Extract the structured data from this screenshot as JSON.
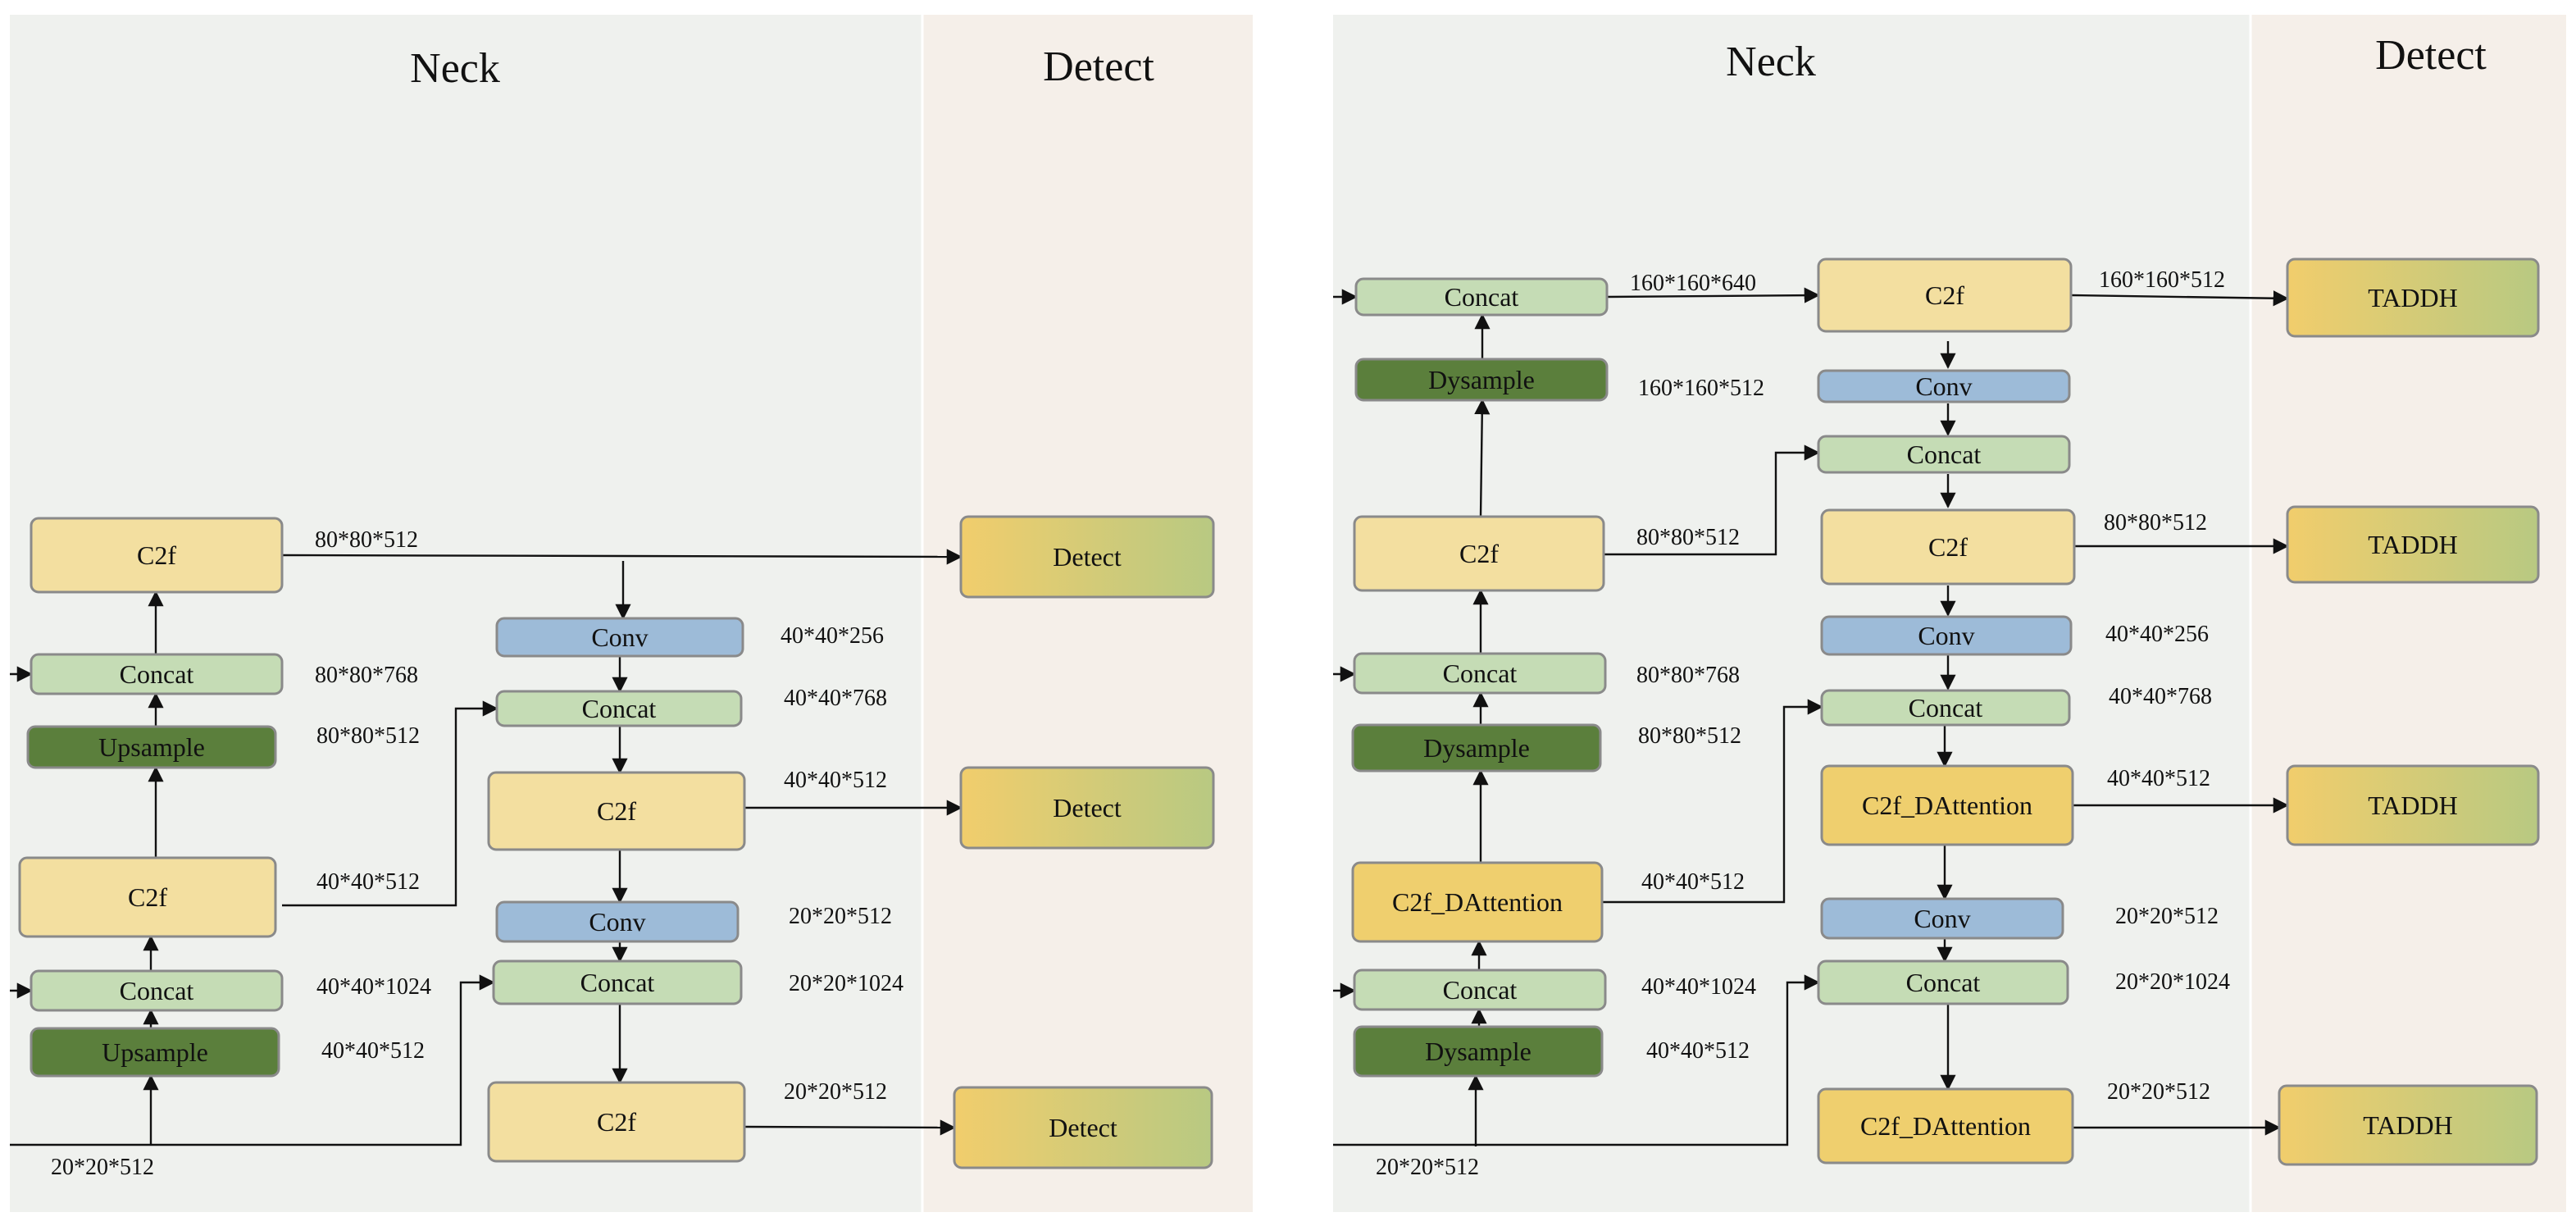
{
  "colors": {
    "neck_bg": "#eff1ee",
    "detect_bg": "#f5efe9",
    "c2f": "#f3dfa0",
    "c2f_dattention": "#efcf6e",
    "concat": "#c5dcb5",
    "conv": "#9dbbd8",
    "upsample": "#5b7f3c",
    "detect_from": "#f1cd6c",
    "detect_to": "#b8c982",
    "box_border": "#8a8a8a",
    "arrow": "#111111"
  },
  "panels": [
    {
      "neck_title": "Neck",
      "detect_title": "Detect"
    },
    {
      "neck_title": "Neck",
      "detect_title": "Detect"
    }
  ],
  "nodes": [
    {
      "id": "L_c2f_top",
      "text": "C2f",
      "kind": "c2f"
    },
    {
      "id": "L_concat_a",
      "text": "Concat",
      "kind": "concat"
    },
    {
      "id": "L_up_a",
      "text": "Upsample",
      "kind": "upsample"
    },
    {
      "id": "L_c2f_mid",
      "text": "C2f",
      "kind": "c2f"
    },
    {
      "id": "L_concat_b",
      "text": "Concat",
      "kind": "concat"
    },
    {
      "id": "L_up_b",
      "text": "Upsample",
      "kind": "upsample"
    },
    {
      "id": "L_conv1",
      "text": "Conv",
      "kind": "conv"
    },
    {
      "id": "L_concat_c",
      "text": "Concat",
      "kind": "concat"
    },
    {
      "id": "L_c2f_r1",
      "text": "C2f",
      "kind": "c2f"
    },
    {
      "id": "L_conv2",
      "text": "Conv",
      "kind": "conv"
    },
    {
      "id": "L_concat_d",
      "text": "Concat",
      "kind": "concat"
    },
    {
      "id": "L_c2f_r2",
      "text": "C2f",
      "kind": "c2f"
    },
    {
      "id": "L_det1",
      "text": "Detect",
      "kind": "detect"
    },
    {
      "id": "L_det2",
      "text": "Detect",
      "kind": "detect"
    },
    {
      "id": "L_det3",
      "text": "Detect",
      "kind": "detect"
    },
    {
      "id": "R_concat_top",
      "text": "Concat",
      "kind": "concat"
    },
    {
      "id": "R_dys_top",
      "text": "Dysample",
      "kind": "upsample"
    },
    {
      "id": "R_c2f_l1",
      "text": "C2f",
      "kind": "c2f"
    },
    {
      "id": "R_concat_a",
      "text": "Concat",
      "kind": "concat"
    },
    {
      "id": "R_dys_a",
      "text": "Dysample",
      "kind": "upsample"
    },
    {
      "id": "R_c2fda_l",
      "text": "C2f_DAttention",
      "kind": "c2f_dattention"
    },
    {
      "id": "R_concat_b",
      "text": "Concat",
      "kind": "concat"
    },
    {
      "id": "R_dys_b",
      "text": "Dysample",
      "kind": "upsample"
    },
    {
      "id": "R_c2f_r0",
      "text": "C2f",
      "kind": "c2f"
    },
    {
      "id": "R_conv0",
      "text": "Conv",
      "kind": "conv"
    },
    {
      "id": "R_concat_r0",
      "text": "Concat",
      "kind": "concat"
    },
    {
      "id": "R_c2f_r1",
      "text": "C2f",
      "kind": "c2f"
    },
    {
      "id": "R_conv1",
      "text": "Conv",
      "kind": "conv"
    },
    {
      "id": "R_concat_r1",
      "text": "Concat",
      "kind": "concat"
    },
    {
      "id": "R_c2fda_r1",
      "text": "C2f_DAttention",
      "kind": "c2f_dattention"
    },
    {
      "id": "R_conv2",
      "text": "Conv",
      "kind": "conv"
    },
    {
      "id": "R_concat_r2",
      "text": "Concat",
      "kind": "concat"
    },
    {
      "id": "R_c2fda_r2",
      "text": "C2f_DAttention",
      "kind": "c2f_dattention"
    },
    {
      "id": "R_det0",
      "text": "TADDH",
      "kind": "detect"
    },
    {
      "id": "R_det1",
      "text": "TADDH",
      "kind": "detect"
    },
    {
      "id": "R_det2",
      "text": "TADDH",
      "kind": "detect"
    },
    {
      "id": "R_det3",
      "text": "TADDH",
      "kind": "detect"
    }
  ],
  "labels": [
    {
      "id": "L_l1",
      "text": "80*80*512"
    },
    {
      "id": "L_l2",
      "text": "80*80*768"
    },
    {
      "id": "L_l3",
      "text": "80*80*512"
    },
    {
      "id": "L_l4",
      "text": "40*40*512"
    },
    {
      "id": "L_l5",
      "text": "40*40*1024"
    },
    {
      "id": "L_l6",
      "text": "40*40*512"
    },
    {
      "id": "L_l7",
      "text": "20*20*512"
    },
    {
      "id": "L_l8",
      "text": "40*40*256"
    },
    {
      "id": "L_l9",
      "text": "40*40*768"
    },
    {
      "id": "L_l10",
      "text": "40*40*512"
    },
    {
      "id": "L_l11",
      "text": "20*20*512"
    },
    {
      "id": "L_l12",
      "text": "20*20*1024"
    },
    {
      "id": "L_l13",
      "text": "20*20*512"
    },
    {
      "id": "R_l1",
      "text": "160*160*640"
    },
    {
      "id": "R_l2",
      "text": "160*160*512"
    },
    {
      "id": "R_l3",
      "text": "160*160*512"
    },
    {
      "id": "R_l4",
      "text": "80*80*512"
    },
    {
      "id": "R_l5",
      "text": "80*80*768"
    },
    {
      "id": "R_l6",
      "text": "80*80*512"
    },
    {
      "id": "R_l7",
      "text": "40*40*512"
    },
    {
      "id": "R_l8",
      "text": "40*40*1024"
    },
    {
      "id": "R_l9",
      "text": "40*40*512"
    },
    {
      "id": "R_l10",
      "text": "20*20*512"
    },
    {
      "id": "R_l11",
      "text": "80*80*512"
    },
    {
      "id": "R_l12",
      "text": "40*40*256"
    },
    {
      "id": "R_l13",
      "text": "40*40*768"
    },
    {
      "id": "R_l14",
      "text": "40*40*512"
    },
    {
      "id": "R_l15",
      "text": "20*20*512"
    },
    {
      "id": "R_l16",
      "text": "20*20*1024"
    },
    {
      "id": "R_l17",
      "text": "20*20*512"
    }
  ]
}
